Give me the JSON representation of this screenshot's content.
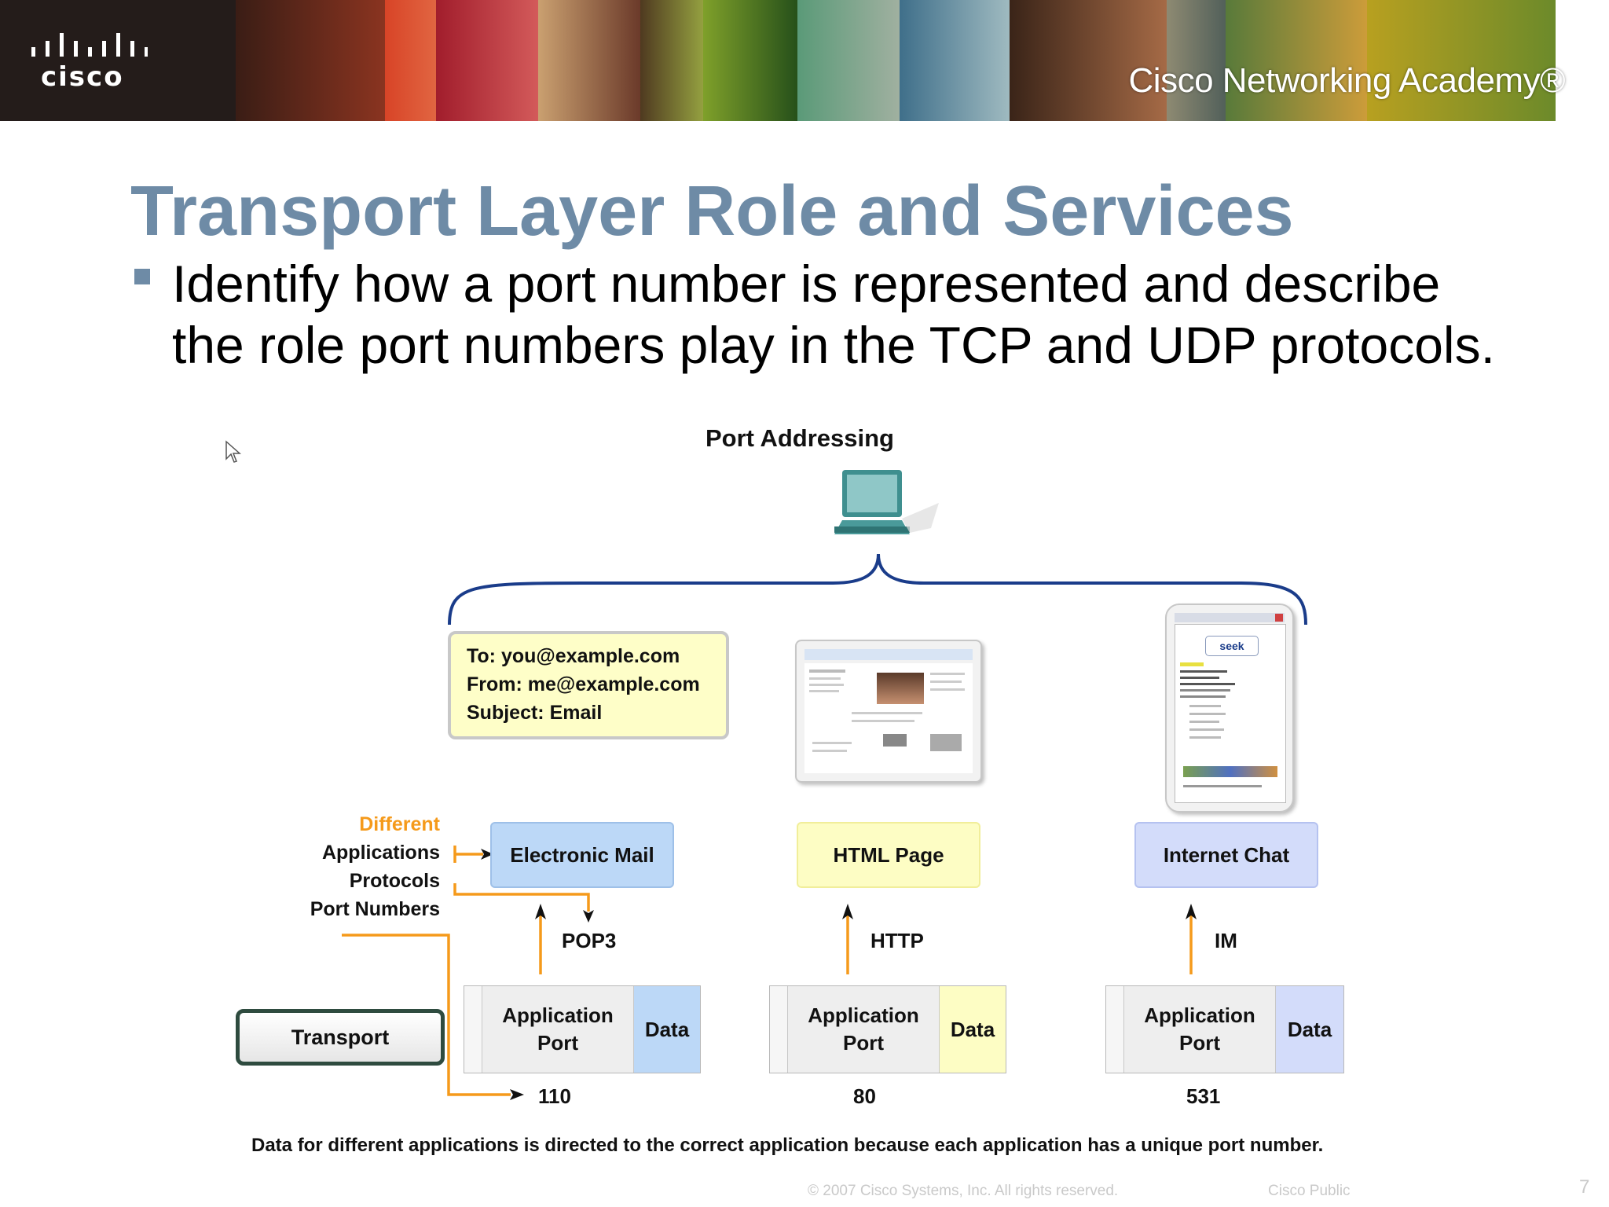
{
  "banner": {
    "logo_text": "cisco",
    "academy_name": "Cisco Networking Academy®"
  },
  "slide": {
    "title": "Transport Layer Role and Services",
    "bullet": "Identify how a port number is represented and describe the role port numbers play in the TCP and UDP protocols."
  },
  "diagram": {
    "title": "Port Addressing",
    "email": {
      "to": "To: you@example.com",
      "from": "From: me@example.com",
      "subject": "Subject: Email"
    },
    "chat_logo": "seek",
    "legend": {
      "different": "Different",
      "applications": "Applications",
      "protocols": "Protocols",
      "port_numbers": "Port Numbers"
    },
    "applications": [
      {
        "name": "Electronic Mail",
        "protocol": "POP3",
        "port": "110",
        "color": "#bcd8f7"
      },
      {
        "name": "HTML Page",
        "protocol": "HTTP",
        "port": "80",
        "color": "#fdfdc4"
      },
      {
        "name": "Internet Chat",
        "protocol": "IM",
        "port": "531",
        "color": "#d3dcfa"
      }
    ],
    "segment": {
      "application_port": "Application Port",
      "data": "Data"
    },
    "transport_label": "Transport",
    "accent_color": "#f59a1b",
    "caption": "Data for different applications is directed to the correct application because each application has a unique port number."
  },
  "footer": {
    "copyright": "© 2007 Cisco Systems, Inc. All rights reserved.",
    "public_label": "Cisco Public",
    "page_number": "7"
  }
}
